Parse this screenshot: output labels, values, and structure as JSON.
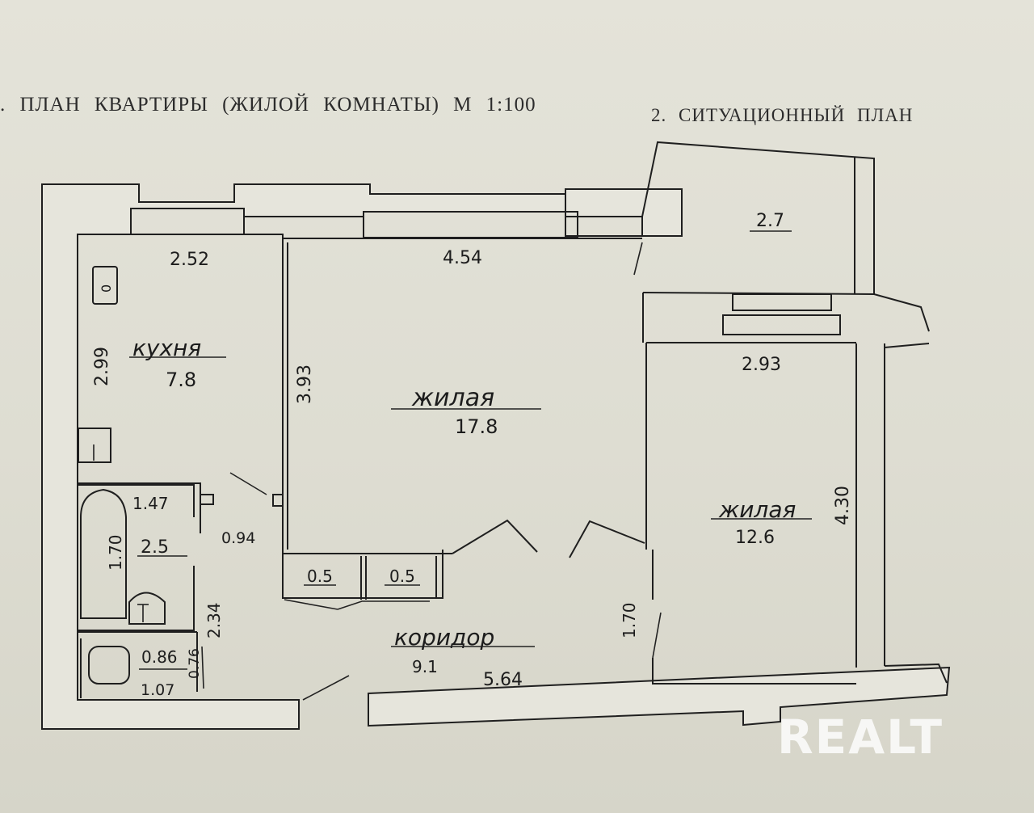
{
  "headings": {
    "plan": ". ПЛАН КВАРТИРЫ (ЖИЛОЙ КОМНАТЫ) М 1:100",
    "situational": "2. СИТУАЦИОННЫЙ ПЛАН"
  },
  "rooms": {
    "kitchen": {
      "name": "кухня",
      "area": "7.8"
    },
    "living_large": {
      "name": "жилая",
      "area": "17.8"
    },
    "living_small": {
      "name": "жилая",
      "area": "12.6"
    },
    "corridor": {
      "name": "коридор",
      "area": "9.1"
    },
    "bathroom": {
      "area": "2.5"
    },
    "toilet": {
      "area": "0.86"
    },
    "closet_1": {
      "area": "0.5"
    },
    "closet_2": {
      "area": "0.5"
    },
    "balcony": {
      "area": "2.7"
    }
  },
  "dimensions": {
    "kitchen_width": "2.52",
    "kitchen_depth": "2.99",
    "living_large_width": "4.54",
    "living_large_depth": "3.93",
    "living_small_width": "2.93",
    "living_small_depth": "4.30",
    "bathroom_width": "1.47",
    "bathroom_depth": "1.70",
    "bath_passage": "0.94",
    "bath_wall": "2.34",
    "toilet_width": "1.07",
    "toilet_depth": "0.76",
    "corridor_depth": "1.70",
    "corridor_length": "5.64"
  },
  "fixtures": {
    "stove_label": "0"
  },
  "watermark": {
    "text": "REALT"
  }
}
